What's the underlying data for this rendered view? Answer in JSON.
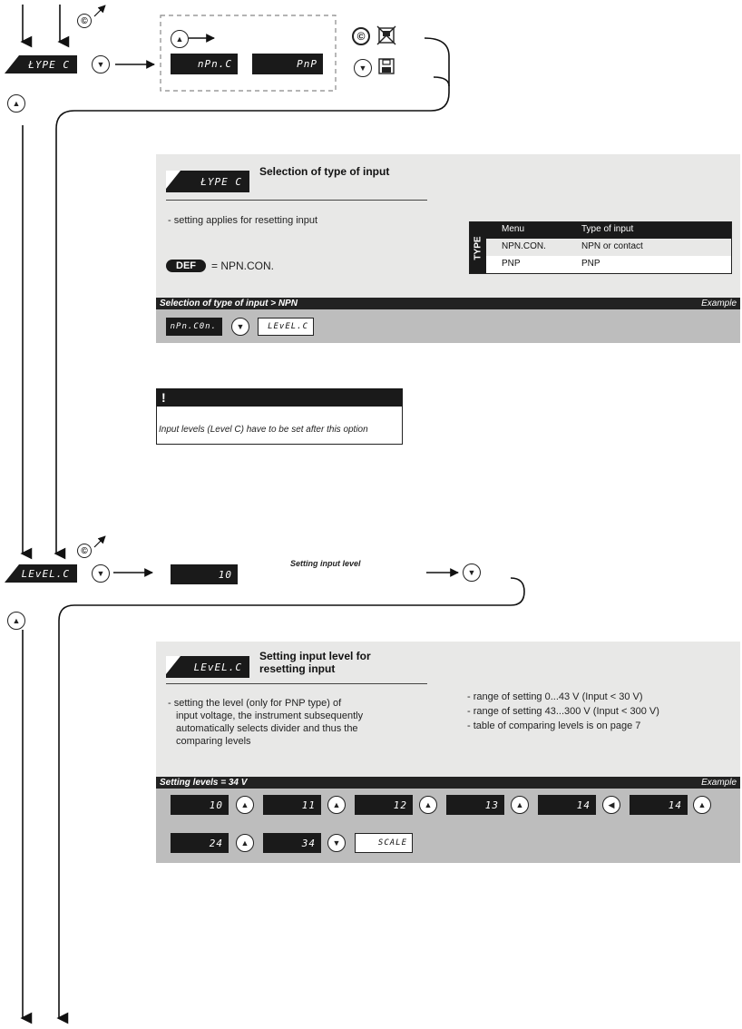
{
  "top_menu": {
    "key": "ŁYPE C",
    "option1": "nPn.C",
    "option2": "PnP"
  },
  "type_panel": {
    "key": "ŁYPE C",
    "title": "Selection of type of input",
    "desc": "- setting applies for resetting input",
    "def_badge": "DEF",
    "def_value": "= NPN.CON.",
    "table": {
      "side_label": "TYPE",
      "headers": [
        "Menu",
        "Type of input"
      ],
      "rows": [
        [
          "NPN.CON.",
          "NPN or contact"
        ],
        [
          "PNP",
          "PNP"
        ]
      ]
    },
    "example_caption": "Selection of type of input > NPN",
    "example_label": "Example",
    "example_display": "nPn.C0n.",
    "example_next": "LEvEL.C"
  },
  "notice": {
    "icon": "!",
    "text": "Input levels (Level C) have to be set after this option"
  },
  "level_menu": {
    "key": "LEvEL.C",
    "value": "10",
    "caption": "Setting input level"
  },
  "level_panel": {
    "key": "LEvEL.C",
    "title_line1": "Setting input level for",
    "title_line2": "resetting  input",
    "desc_lines": [
      "- setting the level (only for PNP type) of",
      "input voltage, the instrument subsequently",
      "automatically selects divider and thus the",
      "comparing levels"
    ],
    "right_lines": [
      "- range of setting 0...43 V (Input < 30 V)",
      "- range of setting 43...300 V (Input < 300 V)",
      "- table of comparing levels is on page 7"
    ],
    "example_caption": "Setting levels = 34 V",
    "example_label": "Example",
    "row1": [
      "10",
      "11",
      "12",
      "13",
      "14",
      "14"
    ],
    "row2": [
      "24",
      "34"
    ],
    "next": "SCALE"
  },
  "icons": {
    "up": "up-button-icon",
    "down": "down-button-icon",
    "left": "left-button-icon",
    "copyright": "©",
    "save": "save-icon",
    "cancel": "cancel-icon"
  }
}
